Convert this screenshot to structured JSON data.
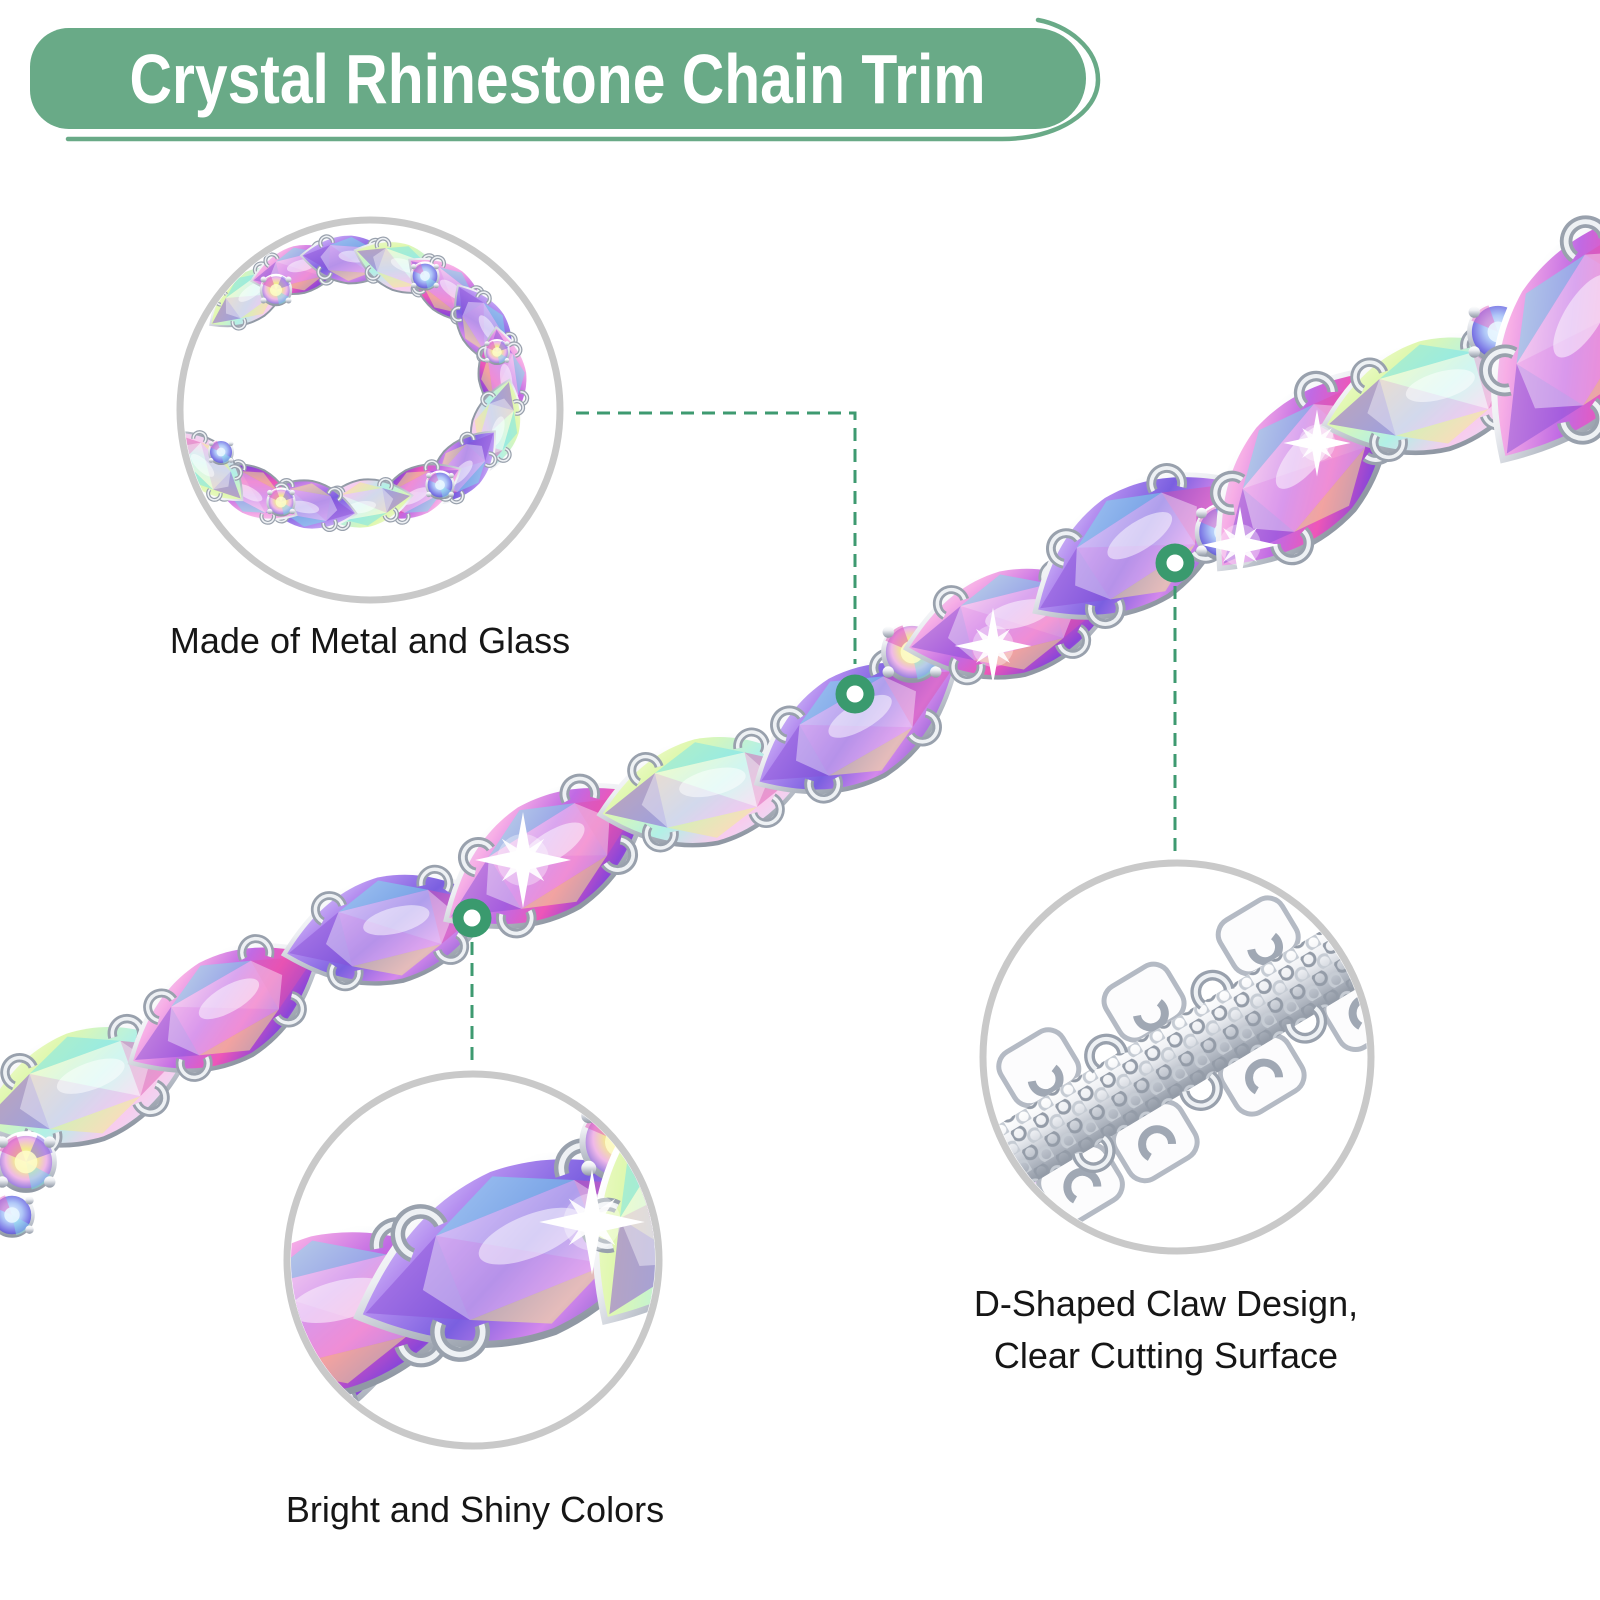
{
  "page": {
    "background": "#ffffff"
  },
  "banner": {
    "title": "Crystal Rhinestone Chain Trim",
    "bg_color": "#69AA87",
    "text_color": "#ffffff"
  },
  "callouts": {
    "materials": {
      "label": "Made of Metal and Glass"
    },
    "colors": {
      "label": "Bright and Shiny Colors"
    },
    "claw": {
      "label_line1": "D-Shaped Claw Design,",
      "label_line2": "Clear Cutting Surface"
    }
  },
  "colors": {
    "accent_green": "#3A9A6E",
    "dashed_line_green": "#3E9A70",
    "banner_green": "#69AA87",
    "circle_border_gray": "#C9C9C9",
    "label_text": "#161616",
    "metal_silver": "#B8BEC8"
  },
  "icons": [
    {
      "name": "chain-point-marker",
      "shape": "green-ring"
    },
    {
      "name": "sparkle-icon",
      "shape": "four-point-star"
    }
  ]
}
